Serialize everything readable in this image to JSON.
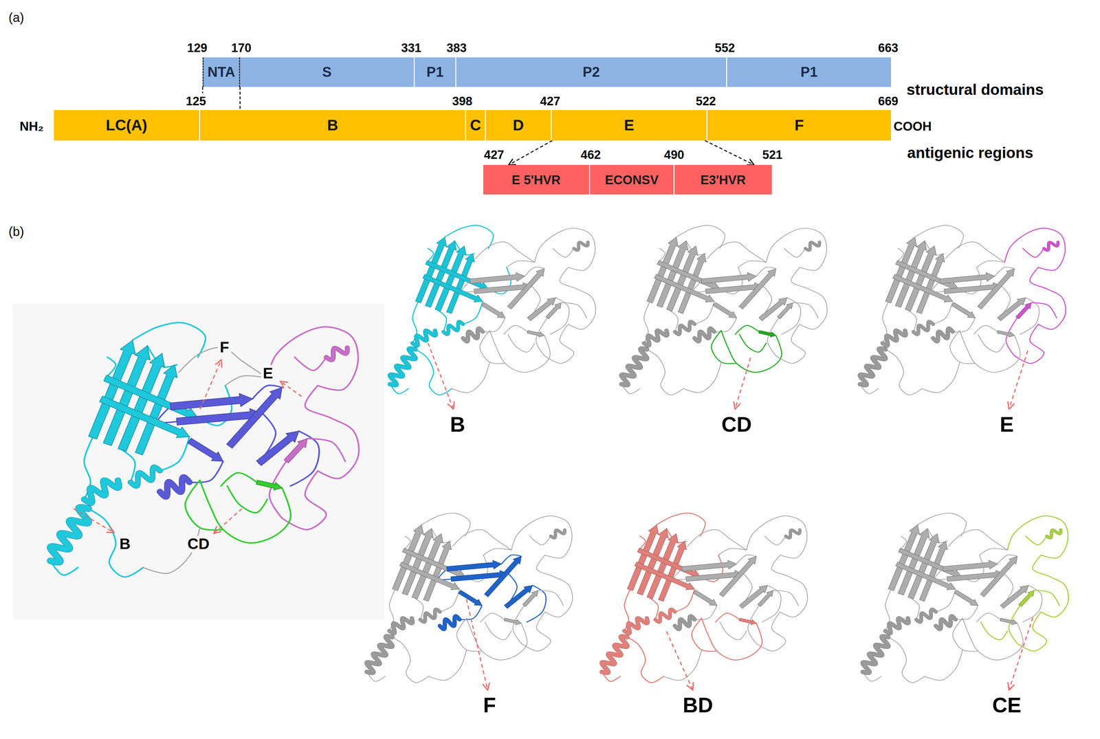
{
  "diagram": {
    "nodes": [
      {
        "text": [
          "NTA"
        ]
      },
      {
        "text": [
          "S"
        ]
      },
      {
        "text": [
          "P1"
        ]
      },
      {
        "text": [
          "P2"
        ]
      },
      {
        "text": [
          "P1"
        ]
      },
      {
        "text": [
          "LC(A)"
        ]
      },
      {
        "text": [
          "B"
        ]
      },
      {
        "text": [
          "C"
        ]
      },
      {
        "text": [
          "D"
        ]
      },
      {
        "text": [
          "E"
        ]
      },
      {
        "text": [
          "F"
        ]
      },
      {
        "text": [
          "E 5'HVR"
        ]
      },
      {
        "text": [
          "ECONSV"
        ]
      },
      {
        "text": [
          "E3'HVR"
        ]
      }
    ],
    "edges": [
      {
        "from": 9,
        "to": 11,
        "arrow": "to"
      },
      {
        "from": 9,
        "to": 13,
        "arrow": "to"
      }
    ],
    "labels": [
      "(a)",
      "129",
      "170",
      "331",
      "383",
      "552",
      "663",
      "structural domains",
      "125",
      "398",
      "427",
      "522",
      "669",
      "NH₂",
      "COOH",
      "antigenic regions",
      "427",
      "462",
      "490",
      "521",
      "(b)",
      "F",
      "E",
      "B",
      "CD",
      "B",
      "CD",
      "E",
      "F",
      "BD",
      "CE"
    ]
  }
}
